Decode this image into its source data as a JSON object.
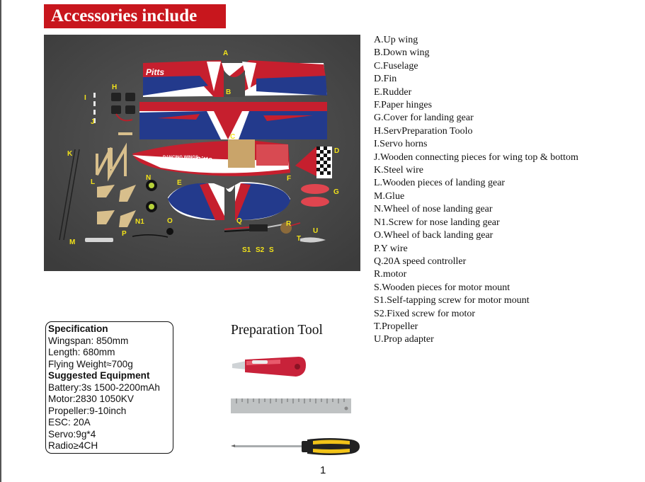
{
  "banner": {
    "title": "Accessories include"
  },
  "photo": {
    "markers": [
      "A",
      "B",
      "C",
      "D",
      "E",
      "G",
      "H",
      "I",
      "J",
      "K",
      "L",
      "M",
      "N",
      "N1",
      "O",
      "P",
      "Q",
      "R",
      "S1",
      "S2",
      "S",
      "T",
      "U",
      "F"
    ],
    "wing_text": "Pitts",
    "fuselage_text": "Pitts",
    "fuselage_logo": "DANCING WINGS"
  },
  "parts_list": [
    "A.Up wing",
    "B.Down wing",
    "C.Fuselage",
    "D.Fin",
    "E.Rudder",
    "F.Paper hinges",
    "G.Cover for landing gear",
    "H.ServPreparation Toolo",
    "I.Servo horns",
    "J.Wooden connecting pieces for wing top & bottom",
    "K.Steel wire",
    "L.Wooden pieces of landing gear",
    "M.Glue",
    "N.Wheel of nose landing gear",
    "N1.Screw for nose landing gear",
    "O.Wheel of back landing gear",
    "P.Y wire",
    "Q.20A speed controller",
    "R.motor",
    "S.Wooden pieces for motor mount",
    "S1.Self-tapping screw for motor mount",
    "S2.Fixed screw for motor",
    "T.Propeller",
    "U.Prop adapter"
  ],
  "specification": {
    "heading": "Specification",
    "lines": [
      "Wingspan: 850mm",
      "Length: 680mm",
      "Flying Weight≈700g"
    ],
    "equipment_heading": "Suggested Equipment",
    "equipment_lines": [
      "Battery:3s 1500-2200mAh",
      "Motor:2830 1050KV",
      "Propeller:9-10inch",
      "ESC: 20A",
      "Servo:9g*4",
      "Radio≥4CH"
    ]
  },
  "tools": {
    "title": "Preparation Tool"
  },
  "page": {
    "number": "1"
  },
  "colors": {
    "banner": "#c8161d",
    "photo_bg": "#4a4a4a",
    "wing_red": "#c61f2e",
    "wing_blue": "#233a8c",
    "marker": "#f2e21a"
  }
}
